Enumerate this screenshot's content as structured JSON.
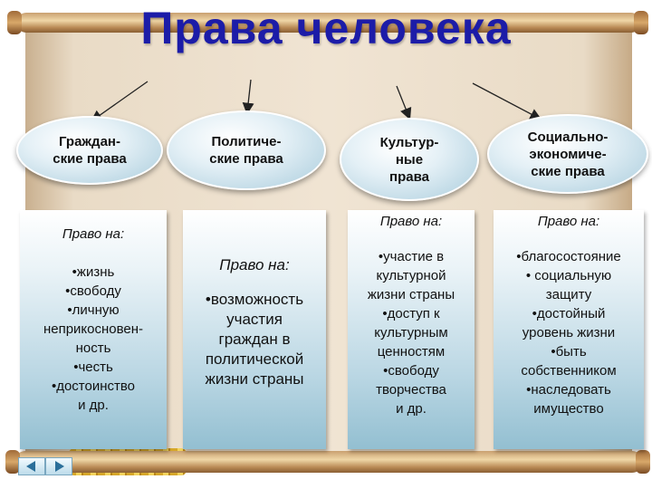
{
  "title": "Права человека",
  "categories": [
    {
      "label": "Граждан-\nские права"
    },
    {
      "label": "Политиче-\nские права"
    },
    {
      "label": "Культур-\nные\nправа"
    },
    {
      "label": "Социально-\nэкономиче-\nские права"
    }
  ],
  "panels": [
    {
      "heading": "Право на:",
      "items": [
        "•жизнь",
        "•свободу",
        "•личную",
        "неприкосновен-",
        "ность",
        "•честь",
        "•достоинство",
        "и др."
      ]
    },
    {
      "heading": "Право на:",
      "items": [
        "•возможность",
        "участия",
        "граждан в",
        "политической",
        "жизни страны"
      ]
    },
    {
      "heading": "Право на:",
      "items": [
        "•участие в",
        "культурной",
        "жизни страны",
        "•доступ к",
        "культурным",
        "ценностям",
        "•свободу",
        "творчества",
        "и др."
      ]
    },
    {
      "heading": "Право на:",
      "items": [
        "•благосостояние",
        "• социальную",
        "защиту",
        "•достойный",
        "уровень жизни",
        "•быть",
        "собственником",
        "•наследовать",
        "имущество"
      ]
    }
  ],
  "icons": {
    "nav_left": "triangle-left-icon",
    "nav_right": "triangle-right-icon",
    "decoration": "wheat-sheaf-icon"
  }
}
